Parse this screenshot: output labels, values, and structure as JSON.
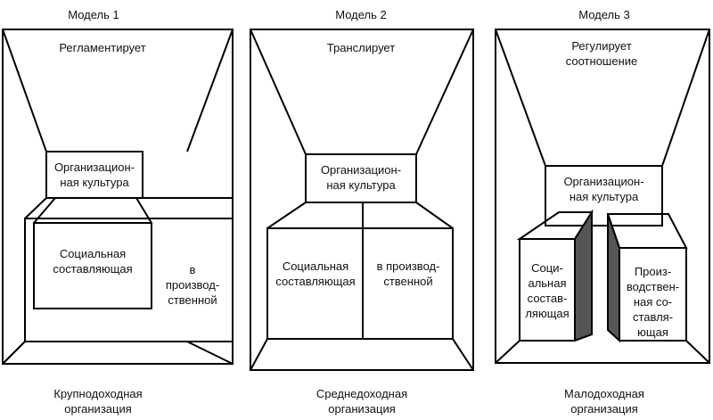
{
  "models": [
    {
      "title": "Модель 1",
      "action": "Регламентирует",
      "culture": "Организацион-\nная культура",
      "social": "Социальная\nсоставляющая",
      "production": "в\nпроизвод-\nственной",
      "org": "Крупнодоходная\nорганизация"
    },
    {
      "title": "Модель 2",
      "action": "Транслирует",
      "culture": "Организацион-\nная культура",
      "social": "Социальная\nсоставляющая",
      "production": "в производ-\nственной",
      "org": "Среднедоходная\nорганизация"
    },
    {
      "title": "Модель 3",
      "action": "Регулирует\nсоотношение",
      "culture": "Организацион-\nная культура",
      "social": "Соци-\nальная\nсостав-\nляющая",
      "production": "Произ-\nводствен-\nная со-\nставля-\nющая",
      "org": "Малодоходная\nорганизация"
    }
  ]
}
